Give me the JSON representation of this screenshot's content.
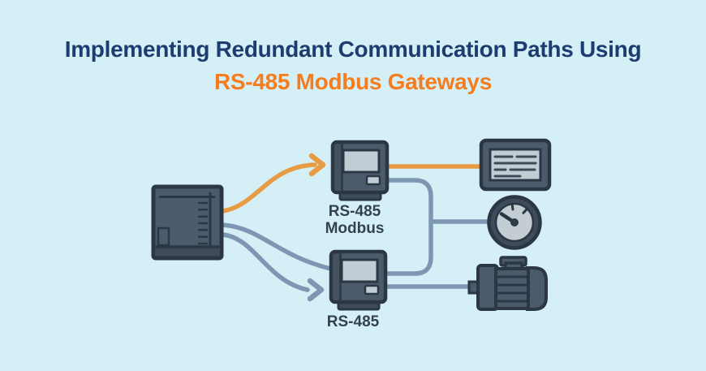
{
  "title": {
    "line1": "Implementing Redundant Communication Paths Using",
    "line2": "RS-485 Modbus Gateways"
  },
  "labels": {
    "gateway_top": "RS-485\nModbus",
    "gateway_bottom": "RS-485"
  },
  "colors": {
    "background": "#d5eff6",
    "title_navy": "#1d3c71",
    "title_orange": "#f57d1f",
    "device_body": "#4c5b6b",
    "device_dark": "#3e4b59",
    "device_outline": "#2b3744",
    "screen_gray": "#c2ccd4",
    "wire_orange": "#e89b43",
    "wire_blue": "#7d96b2",
    "label_slate": "#33424d"
  },
  "diagram": {
    "nodes": [
      {
        "id": "plc-controller",
        "label": ""
      },
      {
        "id": "gateway-top",
        "label": "RS-485 Modbus"
      },
      {
        "id": "gateway-bottom",
        "label": "RS-485"
      },
      {
        "id": "hmi-display-panel",
        "label": ""
      },
      {
        "id": "gauge",
        "label": ""
      },
      {
        "id": "motor",
        "label": ""
      }
    ],
    "connections": [
      {
        "from": "plc-controller",
        "to": "gateway-top",
        "color": "orange",
        "arrowhead": true
      },
      {
        "from": "gateway-top",
        "to": "hmi-display-panel",
        "color": "orange",
        "arrowhead": false
      },
      {
        "from": "plc-controller",
        "to": "gateway-bottom",
        "color": "blue",
        "arrowhead": false
      },
      {
        "from": "plc-controller",
        "to": "gateway-bottom",
        "color": "blue",
        "arrowhead": true
      },
      {
        "from": "gateway-top",
        "to": "gauge",
        "color": "blue",
        "arrowhead": false
      },
      {
        "from": "gateway-top",
        "to": "gateway-bottom",
        "color": "blue",
        "arrowhead": false
      },
      {
        "from": "gateway-bottom",
        "to": "motor",
        "color": "blue",
        "arrowhead": false
      }
    ]
  }
}
